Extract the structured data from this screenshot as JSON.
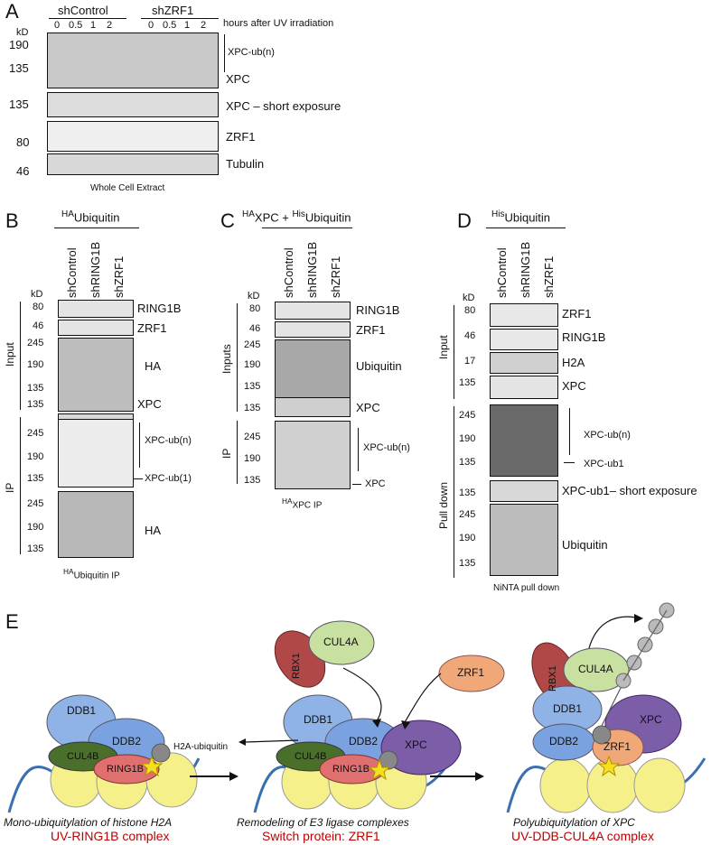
{
  "panelA": {
    "label": "A",
    "kd": "kD",
    "groups": [
      "shControl",
      "shZRF1"
    ],
    "times": [
      "0",
      "0.5",
      "1",
      "2",
      "0",
      "0.5",
      "1",
      "2"
    ],
    "time_caption": "hours after UV irradiation",
    "markers": [
      "190",
      "135",
      "135",
      "80",
      "46"
    ],
    "blot_labels": [
      "XPC-ub(n)",
      "XPC",
      "XPC – short exposure",
      "ZRF1",
      "Tubulin"
    ],
    "caption": "Whole Cell Extract"
  },
  "panelB": {
    "label": "B",
    "title_sup": "HA",
    "title": "Ubiquitin",
    "kd": "kD",
    "lanes": [
      "shControl",
      "shRING1B",
      "shZRF1"
    ],
    "markers_input": [
      "80",
      "46",
      "245",
      "190",
      "135",
      "135"
    ],
    "markers_ip": [
      "245",
      "190",
      "135",
      "245",
      "190",
      "135"
    ],
    "section_input": "Input",
    "section_ip": "IP",
    "blot_labels": [
      "RING1B",
      "ZRF1",
      "HA",
      "XPC",
      "XPC-ub(n)",
      "XPC-ub(1)",
      "HA"
    ],
    "caption_sup": "HA",
    "caption": "Ubiquitin IP"
  },
  "panelC": {
    "label": "C",
    "title_sup1": "HA",
    "title_a": "XPC + ",
    "title_sup2": "His",
    "title_b": "Ubiquitin",
    "kd": "kD",
    "lanes": [
      "shControl",
      "shRING1B",
      "shZRF1"
    ],
    "markers_input": [
      "80",
      "46",
      "245",
      "190",
      "135",
      "135"
    ],
    "markers_ip": [
      "245",
      "190",
      "135"
    ],
    "section_input": "Inputs",
    "section_ip": "IP",
    "blot_labels": [
      "RING1B",
      "ZRF1",
      "Ubiquitin",
      "XPC",
      "XPC-ub(n)",
      "XPC"
    ],
    "caption_sup": "HA",
    "caption": "XPC IP"
  },
  "panelD": {
    "label": "D",
    "title_sup": "His",
    "title": "Ubiquitin",
    "kd": "kD",
    "lanes": [
      "shControl",
      "shRING1B",
      "shZRF1"
    ],
    "markers_input": [
      "80",
      "46",
      "17",
      "135"
    ],
    "markers_pd": [
      "245",
      "190",
      "135",
      "135",
      "245",
      "190",
      "135"
    ],
    "section_input": "Input",
    "section_pd": "Pull down",
    "blot_labels": [
      "ZRF1",
      "RING1B",
      "H2A",
      "XPC",
      "XPC-ub(n)",
      "XPC-ub1",
      "XPC-ub1– short exposure",
      "Ubiquitin"
    ],
    "caption": "NiNTA  pull down"
  },
  "panelE": {
    "label": "E",
    "proteins": {
      "rbx1": "RBX1",
      "cul4a": "CUL4A",
      "ddb1": "DDB1",
      "ddb2": "DDB2",
      "cul4b": "CUL4B",
      "ring1b": "RING1B",
      "xpc": "XPC",
      "zrf1": "ZRF1"
    },
    "h2a": "H2A-ubiquitin",
    "captions": [
      {
        "italic": "Mono-ubiquitylation of histone H2A",
        "red": "UV-RING1B complex"
      },
      {
        "italic": "Remodeling of E3 ligase complexes",
        "red": "Switch protein: ZRF1"
      },
      {
        "italic": "Polyubiquitylation of XPC",
        "red": "UV-DDB-CUL4A complex"
      }
    ],
    "colors": {
      "ddb1": "#8fb3e6",
      "ddb2": "#7aa2e0",
      "cul4b": "#4a6f2a",
      "ring1b": "#e07070",
      "xpc": "#7b5ea7",
      "zrf1": "#f0a878",
      "rbx1": "#b04848",
      "cul4a": "#c8e0a0",
      "nucleosome": "#f5f08a",
      "dna": "#3a6fb0"
    }
  }
}
